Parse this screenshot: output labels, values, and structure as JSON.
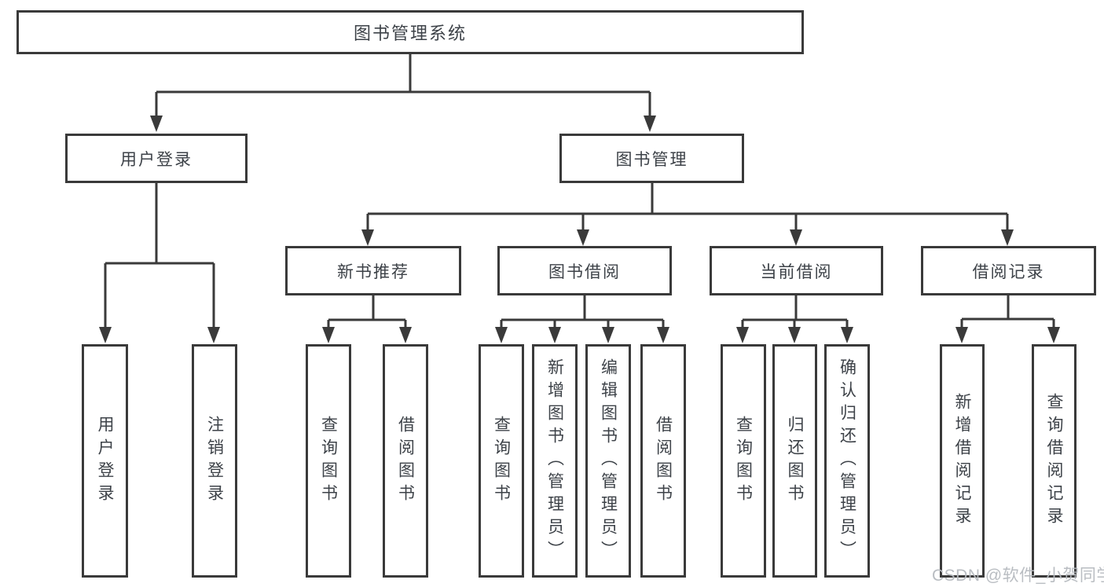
{
  "diagram": {
    "title": "图书管理系统",
    "tree": {
      "root": {
        "label": "图书管理系统"
      },
      "level2": [
        {
          "label": "用户登录",
          "children": [
            {
              "label": "用户登录"
            },
            {
              "label": "注销登录"
            }
          ]
        },
        {
          "label": "图书管理",
          "children": [
            {
              "label": "新书推荐",
              "children": [
                {
                  "label": "查询图书"
                },
                {
                  "label": "借阅图书"
                }
              ]
            },
            {
              "label": "图书借阅",
              "children": [
                {
                  "label": "查询图书"
                },
                {
                  "label": "新增图书（管理员）"
                },
                {
                  "label": "编辑图书（管理员）"
                },
                {
                  "label": "借阅图书"
                }
              ]
            },
            {
              "label": "当前借阅",
              "children": [
                {
                  "label": "查询图书"
                },
                {
                  "label": "归还图书"
                },
                {
                  "label": "确认归还（管理员）"
                }
              ]
            },
            {
              "label": "借阅记录",
              "children": [
                {
                  "label": "新增借阅记录"
                },
                {
                  "label": "查询借阅记录"
                }
              ]
            }
          ]
        }
      ]
    },
    "watermark": "CSDN @软件_小贺同学",
    "colors": {
      "line": "#3a3a3a",
      "box_border": "#3a3a3a",
      "text": "#3d4248",
      "background": "#ffffff",
      "watermark": "#b6babf"
    }
  }
}
